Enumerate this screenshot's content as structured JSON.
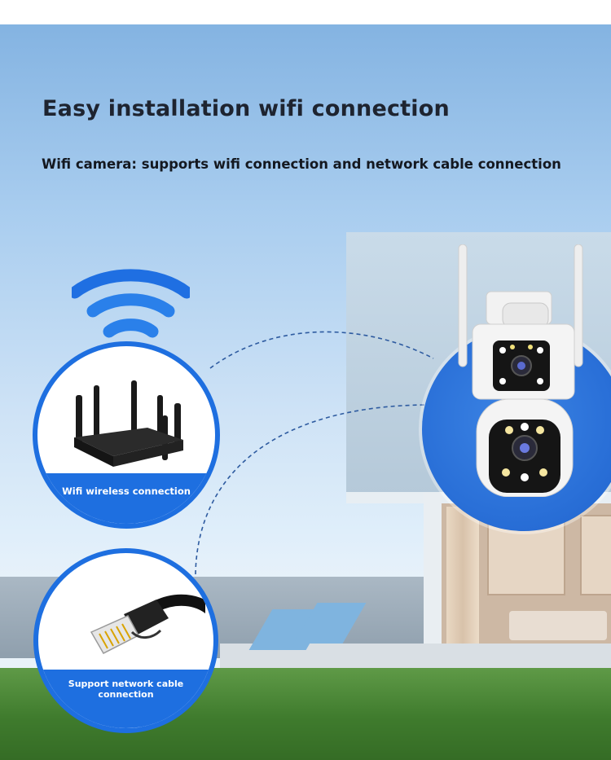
{
  "header": {
    "title": "Easy installation wifi connection",
    "subtitle": "Wifi camera: supports wifi connection and network cable connection"
  },
  "features": {
    "wifi_label": "Wifi wireless connection",
    "cable_label_line1": "Support network cable",
    "cable_label_line2": "connection"
  },
  "colors": {
    "accent_blue": "#1e6fe0",
    "title_text": "#1e2430"
  },
  "icons": [
    "wifi-icon",
    "router-image",
    "ethernet-cable-image",
    "security-camera-image"
  ]
}
